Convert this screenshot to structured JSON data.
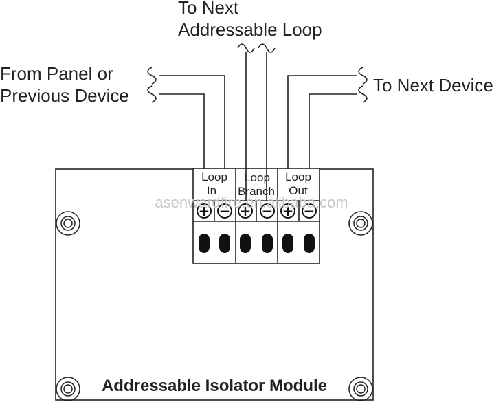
{
  "labels": {
    "top_line1": "To Next",
    "top_line2": "Addressable Loop",
    "left_line1": "From Panel or",
    "left_line2": "Previous Device",
    "right": "To Next Device",
    "module_title": "Addressable Isolator Module",
    "watermark": "asenwardfire.en.alibaba.com"
  },
  "terminals": [
    {
      "line1": "Loop",
      "line2": "In",
      "plus": "+",
      "minus": "−"
    },
    {
      "line1": "Loop",
      "line2": "Branch",
      "plus": "+",
      "minus": "−"
    },
    {
      "line1": "Loop",
      "line2": "Out",
      "plus": "+",
      "minus": "−"
    }
  ]
}
